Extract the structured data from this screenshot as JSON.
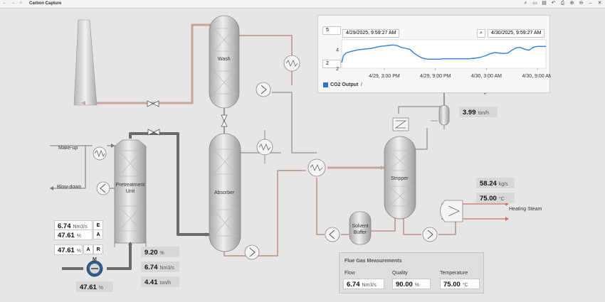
{
  "window": {
    "title": "Carbon Capture",
    "nav_glyphs": "← → ⌂",
    "toolbar_icons": [
      "search-icon",
      "view-icon",
      "save-icon",
      "undo-icon",
      "print-icon",
      "zoom-icon",
      "zoom-out-icon",
      "minimize-icon",
      "close-icon"
    ],
    "toolbar_glyphs": [
      "⌕",
      "▭",
      "▤",
      "↶",
      "⎙",
      "⊕",
      "⊖",
      "–",
      "✕"
    ]
  },
  "units": {
    "wash": "Wash",
    "absorber": "Absorber",
    "pretreatment": "Pretreatment Unit",
    "stripper": "Stripper",
    "solvent_buffer": "Solvent Buffer"
  },
  "streams": {
    "makeup": "Make-up",
    "blowdown": "Blow-down",
    "heating_steam": "Heating Steam"
  },
  "readouts": {
    "flow_e": {
      "value": "6.74",
      "unit": "Nm3/s",
      "tag": "E"
    },
    "pct_a": {
      "value": "47.61",
      "unit": "%",
      "tag": "A"
    },
    "pct_ar": {
      "value": "47.61",
      "unit": "%",
      "tag1": "A",
      "tag2": "R"
    },
    "motor_label": "M",
    "motor_pct": {
      "value": "47.61",
      "unit": "%"
    },
    "pct_920": {
      "value": "9.20",
      "unit": "%"
    },
    "flow_674": {
      "value": "6.74",
      "unit": "Nm3/s"
    },
    "ton_441": {
      "value": "4.41",
      "unit": "ton/h"
    },
    "co2_out": {
      "value": "3.99",
      "unit": "ton/h"
    },
    "steam_kgs": {
      "value": "58.24",
      "unit": "kg/s"
    },
    "steam_temp": {
      "value": "75.00",
      "unit": "°C"
    }
  },
  "chart": {
    "start": "4/29/2025, 9:59:27 AM",
    "end": "4/30/2025, 9:59:27 AM",
    "y_max_input": "5",
    "y_min_input": "2",
    "legend": "CO2 Output",
    "legend_suffix": "/",
    "legend_color": "#2f6fd6",
    "line_color": "#2f7fe0"
  },
  "chart_data": {
    "type": "line",
    "x_tick_labels": [
      "4/29, 3:00 PM",
      "4/29, 9:00 PM",
      "4/30, 3:00 AM",
      "4/30, 9:00 AM"
    ],
    "x_ticks_hours": [
      5.01,
      11.01,
      17.01,
      23.01
    ],
    "x_range_hours": [
      0,
      24
    ],
    "ylim": [
      2,
      5
    ],
    "y_tick_labels": [
      "2",
      "4"
    ],
    "y_ticks": [
      2,
      4
    ],
    "series": [
      {
        "name": "CO2 Output",
        "x": [
          0.0,
          0.2,
          0.5,
          1.0,
          1.5,
          2.0,
          2.5,
          3.0,
          3.5,
          4.0,
          4.5,
          5.0,
          5.5,
          6.0,
          6.5,
          7.0,
          7.5,
          8.0,
          8.5,
          9.0,
          9.4,
          9.8,
          10.2,
          10.6,
          11.0,
          11.5,
          12.0,
          13.0,
          14.0,
          15.0,
          15.5,
          16.0,
          16.5,
          17.0,
          17.5,
          18.0,
          18.5,
          19.0,
          19.5,
          20.0,
          20.5,
          21.0,
          21.5,
          22.0,
          22.5,
          23.0,
          23.5,
          24.0
        ],
        "y": [
          2.6,
          3.3,
          3.6,
          3.75,
          3.85,
          3.95,
          4.0,
          4.05,
          4.1,
          4.2,
          4.3,
          4.35,
          4.4,
          4.45,
          4.4,
          4.2,
          4.1,
          4.0,
          3.6,
          3.3,
          3.1,
          3.0,
          2.95,
          2.95,
          2.95,
          2.95,
          3.0,
          3.0,
          3.0,
          3.0,
          3.05,
          3.1,
          3.2,
          3.35,
          3.55,
          3.65,
          3.6,
          3.55,
          3.6,
          3.9,
          4.15,
          4.2,
          4.0,
          3.9,
          4.2,
          4.3,
          4.3,
          4.3
        ]
      }
    ]
  },
  "flue": {
    "title": "Flue Gas Measurements",
    "flow_label": "Flow",
    "quality_label": "Quality",
    "temp_label": "Temperature",
    "flow": {
      "value": "6.74",
      "unit": "Nm3/s"
    },
    "quality": {
      "value": "90.00",
      "unit": "%"
    },
    "temp": {
      "value": "75.00",
      "unit": "°C"
    }
  }
}
